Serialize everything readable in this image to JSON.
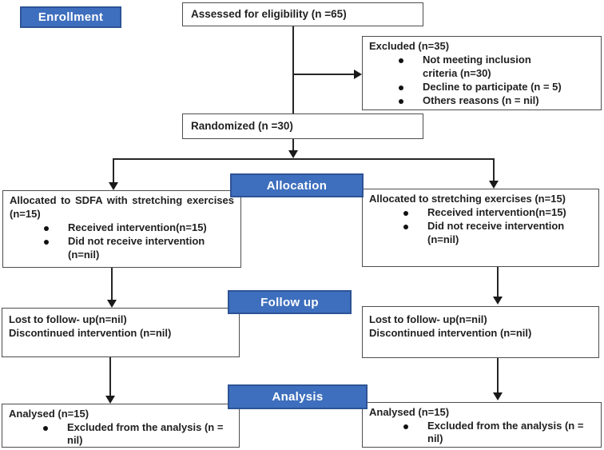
{
  "diagram": {
    "stages": {
      "enrollment": "Enrollment",
      "allocation": "Allocation",
      "followup": "Follow up",
      "analysis": "Analysis"
    },
    "boxes": {
      "assessed": {
        "title": "Assessed for eligibility (n =65)"
      },
      "excluded": {
        "title": "Excluded (n=35)",
        "bullets": [
          "Not meeting inclusion criteria (n=30)",
          "Decline to participate (n = 5)",
          "Others reasons (n = nil)"
        ]
      },
      "randomized": {
        "title": "Randomized (n =30)"
      },
      "allocation_left": {
        "title": "Allocated to SDFA with stretching exercises (n=15)",
        "bullets": [
          "Received intervention(n=15)",
          "Did not receive intervention (n=nil)"
        ]
      },
      "allocation_right": {
        "title": "Allocated to stretching exercises (n=15)",
        "bullets": [
          "Received intervention(n=15)",
          "Did not receive intervention (n=nil)"
        ]
      },
      "followup_left": {
        "line1": "Lost to follow- up(n=nil)",
        "line2": "Discontinued intervention (n=nil)"
      },
      "followup_right": {
        "line1": "Lost to follow- up(n=nil)",
        "line2": "Discontinued intervention (n=nil)"
      },
      "analysis_left": {
        "title": "Analysed (n=15)",
        "bullets": [
          "Excluded from the analysis (n = nil)"
        ]
      },
      "analysis_right": {
        "title": "Analysed (n=15)",
        "bullets": [
          "Excluded from the analysis (n = nil)"
        ]
      }
    },
    "colors": {
      "stage_fill": "#3E6FBE",
      "stage_border": "#2E5395",
      "box_border": "#4D4D4D",
      "line": "#262626",
      "text": "#212121"
    }
  }
}
